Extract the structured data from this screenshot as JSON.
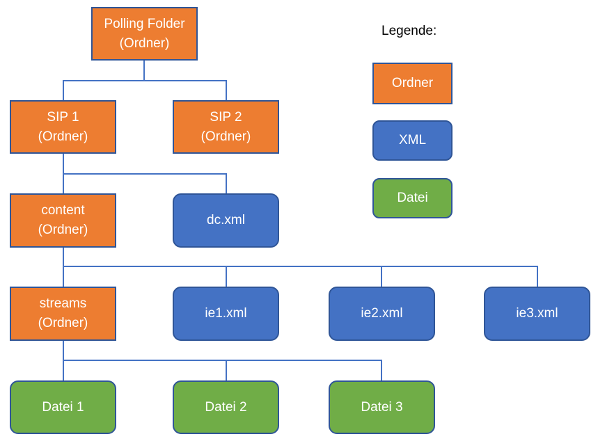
{
  "colors": {
    "folder": "#ED7D31",
    "xml": "#4472C4",
    "file": "#70AD47",
    "border": "#2F5597",
    "connector": "#4472C4"
  },
  "tree": {
    "polling_folder": {
      "line1": "Polling Folder",
      "line2": "(Ordner)"
    },
    "sip1": {
      "line1": "SIP 1",
      "line2": "(Ordner)"
    },
    "sip2": {
      "line1": "SIP 2",
      "line2": "(Ordner)"
    },
    "content": {
      "line1": "content",
      "line2": "(Ordner)"
    },
    "dc_xml": {
      "label": "dc.xml"
    },
    "streams": {
      "line1": "streams",
      "line2": "(Ordner)"
    },
    "ie1": {
      "label": "ie1.xml"
    },
    "ie2": {
      "label": "ie2.xml"
    },
    "ie3": {
      "label": "ie3.xml"
    },
    "datei1": {
      "label": "Datei 1"
    },
    "datei2": {
      "label": "Datei 2"
    },
    "datei3": {
      "label": "Datei 3"
    }
  },
  "legend": {
    "title": "Legende:",
    "folder": "Ordner",
    "xml": "XML",
    "file": "Datei"
  }
}
